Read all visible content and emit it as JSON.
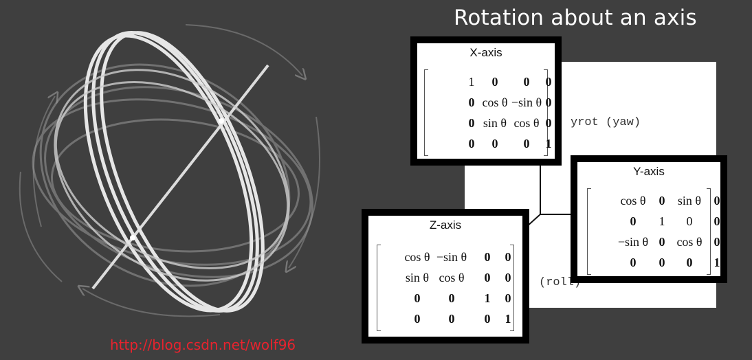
{
  "slide": {
    "title": "Rotation about an axis",
    "watermark": "http://blog.csdn.net/wolf96"
  },
  "back_figure": {
    "label_yaw": "yrot (yaw)",
    "label_roll": "(roll)"
  },
  "matrices": [
    {
      "id": "x",
      "title": "X-axis",
      "rows": [
        [
          {
            "t": "1",
            "b": false
          },
          {
            "t": "0",
            "b": true
          },
          {
            "t": "0",
            "b": true
          },
          {
            "t": "0",
            "b": true
          }
        ],
        [
          {
            "t": "0",
            "b": true
          },
          {
            "t": "cos θ",
            "b": false
          },
          {
            "t": "−sin θ",
            "b": false
          },
          {
            "t": "0",
            "b": true
          }
        ],
        [
          {
            "t": "0",
            "b": true
          },
          {
            "t": "sin θ",
            "b": false
          },
          {
            "t": "cos θ",
            "b": false
          },
          {
            "t": "0",
            "b": true
          }
        ],
        [
          {
            "t": "0",
            "b": true
          },
          {
            "t": "0",
            "b": true
          },
          {
            "t": "0",
            "b": true
          },
          {
            "t": "1",
            "b": true
          }
        ]
      ]
    },
    {
      "id": "y",
      "title": "Y-axis",
      "rows": [
        [
          {
            "t": "cos θ",
            "b": false
          },
          {
            "t": "0",
            "b": true
          },
          {
            "t": "sin θ",
            "b": false
          },
          {
            "t": "0",
            "b": true
          }
        ],
        [
          {
            "t": "0",
            "b": true
          },
          {
            "t": "1",
            "b": false
          },
          {
            "t": "0",
            "b": false
          },
          {
            "t": "0",
            "b": true
          }
        ],
        [
          {
            "t": "−sin θ",
            "b": false
          },
          {
            "t": "0",
            "b": true
          },
          {
            "t": "cos θ",
            "b": false
          },
          {
            "t": "0",
            "b": true
          }
        ],
        [
          {
            "t": "0",
            "b": true
          },
          {
            "t": "0",
            "b": true
          },
          {
            "t": "0",
            "b": true
          },
          {
            "t": "1",
            "b": true
          }
        ]
      ]
    },
    {
      "id": "z",
      "title": "Z-axis",
      "rows": [
        [
          {
            "t": "cos θ",
            "b": false
          },
          {
            "t": "−sin θ",
            "b": false
          },
          {
            "t": "0",
            "b": true
          },
          {
            "t": "0",
            "b": true
          }
        ],
        [
          {
            "t": "sin θ",
            "b": false
          },
          {
            "t": "cos θ",
            "b": false
          },
          {
            "t": "0",
            "b": true
          },
          {
            "t": "0",
            "b": true
          }
        ],
        [
          {
            "t": "0",
            "b": true
          },
          {
            "t": "0",
            "b": true
          },
          {
            "t": "1",
            "b": true
          },
          {
            "t": "0",
            "b": true
          }
        ],
        [
          {
            "t": "0",
            "b": true
          },
          {
            "t": "0",
            "b": true
          },
          {
            "t": "0",
            "b": true
          },
          {
            "t": "1",
            "b": true
          }
        ]
      ]
    }
  ],
  "colors": {
    "background": "#3f3f3f",
    "title": "#ffffff",
    "watermark": "#e8232e",
    "ring": "#e6e6e6"
  }
}
